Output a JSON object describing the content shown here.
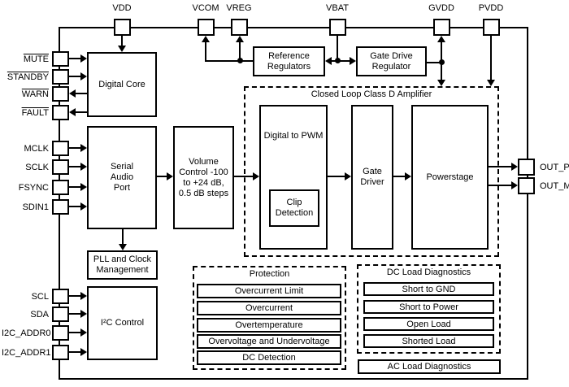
{
  "pins": {
    "top": [
      {
        "label": "VDD"
      },
      {
        "label": "VCOM"
      },
      {
        "label": "VREG"
      },
      {
        "label": "VBAT"
      },
      {
        "label": "GVDD"
      },
      {
        "label": "PVDD"
      }
    ],
    "left": [
      {
        "label": "MUTE",
        "active_low": true
      },
      {
        "label": "STANDBY",
        "active_low": true
      },
      {
        "label": "WARN",
        "active_low": true
      },
      {
        "label": "FAULT",
        "active_low": true
      },
      {
        "label": "MCLK",
        "active_low": false
      },
      {
        "label": "SCLK",
        "active_low": false
      },
      {
        "label": "FSYNC",
        "active_low": false
      },
      {
        "label": "SDIN1",
        "active_low": false
      },
      {
        "label": "SCL",
        "active_low": false
      },
      {
        "label": "SDA",
        "active_low": false
      },
      {
        "label": "I2C_ADDR0",
        "active_low": false
      },
      {
        "label": "I2C_ADDR1",
        "active_low": false
      }
    ],
    "right": [
      {
        "label": "OUT_P"
      },
      {
        "label": "OUT_M"
      }
    ]
  },
  "blocks": {
    "digital_core": "Digital Core",
    "serial_audio_port": "Serial Audio Port",
    "pll": "PLL and Clock Management",
    "i2c_control": "I²C Control",
    "volume_control": "Volume Control -100 to +24 dB, 0.5 dB steps",
    "reference_regulators": "Reference Regulators",
    "gate_drive_regulator": "Gate Drive Regulator",
    "digital_to_pwm": "Digital to PWM",
    "clip_detection": "Clip Detection",
    "gate_driver": "Gate Driver",
    "powerstage": "Powerstage",
    "ac_load_diagnostics": "AC Load Diagnostics"
  },
  "regions": {
    "closed_loop": {
      "title": "Closed Loop Class D Amplifier"
    },
    "protection": {
      "title": "Protection",
      "items": [
        "Overcurrent Limit",
        "Overcurrent",
        "Overtemperature",
        "Overvoltage and Undervoltage",
        "DC Detection"
      ]
    },
    "dc_load_diagnostics": {
      "title": "DC Load Diagnostics",
      "items": [
        "Short to GND",
        "Short to Power",
        "Open Load",
        "Shorted Load"
      ]
    }
  },
  "colors": {
    "line": "#000000",
    "background": "#ffffff",
    "block_fill": "#ffffff"
  }
}
